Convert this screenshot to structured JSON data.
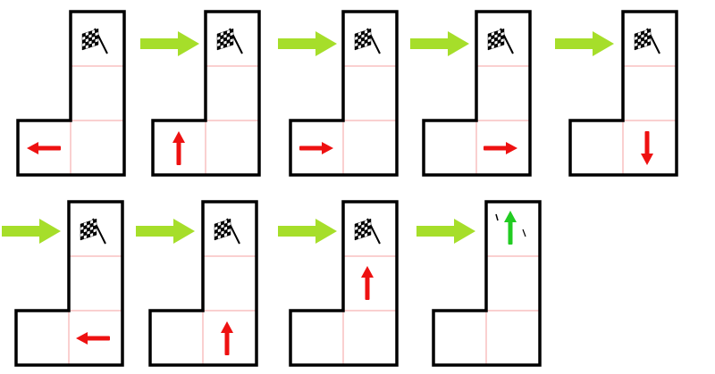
{
  "colors": {
    "wall": "#000000",
    "grid_line": "#f4a0a0",
    "step_arrow": "#a6de2a",
    "move_arrow": "#ee1111",
    "final_arrow": "#22cc22"
  },
  "icons": {
    "goal": "checkered-flag-icon",
    "step": "green-step-arrow-icon",
    "move": "red-direction-arrow-icon"
  },
  "sequence": [
    {
      "step": 1,
      "arrow_cell": "bottom-left",
      "direction": "left",
      "goal_flag": true,
      "final": false
    },
    {
      "step": 2,
      "arrow_cell": "bottom-left",
      "direction": "up",
      "goal_flag": true,
      "final": false
    },
    {
      "step": 3,
      "arrow_cell": "bottom-left",
      "direction": "right",
      "goal_flag": true,
      "final": false
    },
    {
      "step": 4,
      "arrow_cell": "bottom-right",
      "direction": "right",
      "goal_flag": true,
      "final": false
    },
    {
      "step": 5,
      "arrow_cell": "bottom-right",
      "direction": "down",
      "goal_flag": true,
      "final": false
    },
    {
      "step": 6,
      "arrow_cell": "bottom-right",
      "direction": "left",
      "goal_flag": true,
      "final": false
    },
    {
      "step": 7,
      "arrow_cell": "bottom-right",
      "direction": "up",
      "goal_flag": true,
      "final": false
    },
    {
      "step": 8,
      "arrow_cell": "middle",
      "direction": "up",
      "goal_flag": true,
      "final": false
    },
    {
      "step": 9,
      "arrow_cell": "top",
      "direction": "up",
      "goal_flag": false,
      "final": true
    }
  ]
}
